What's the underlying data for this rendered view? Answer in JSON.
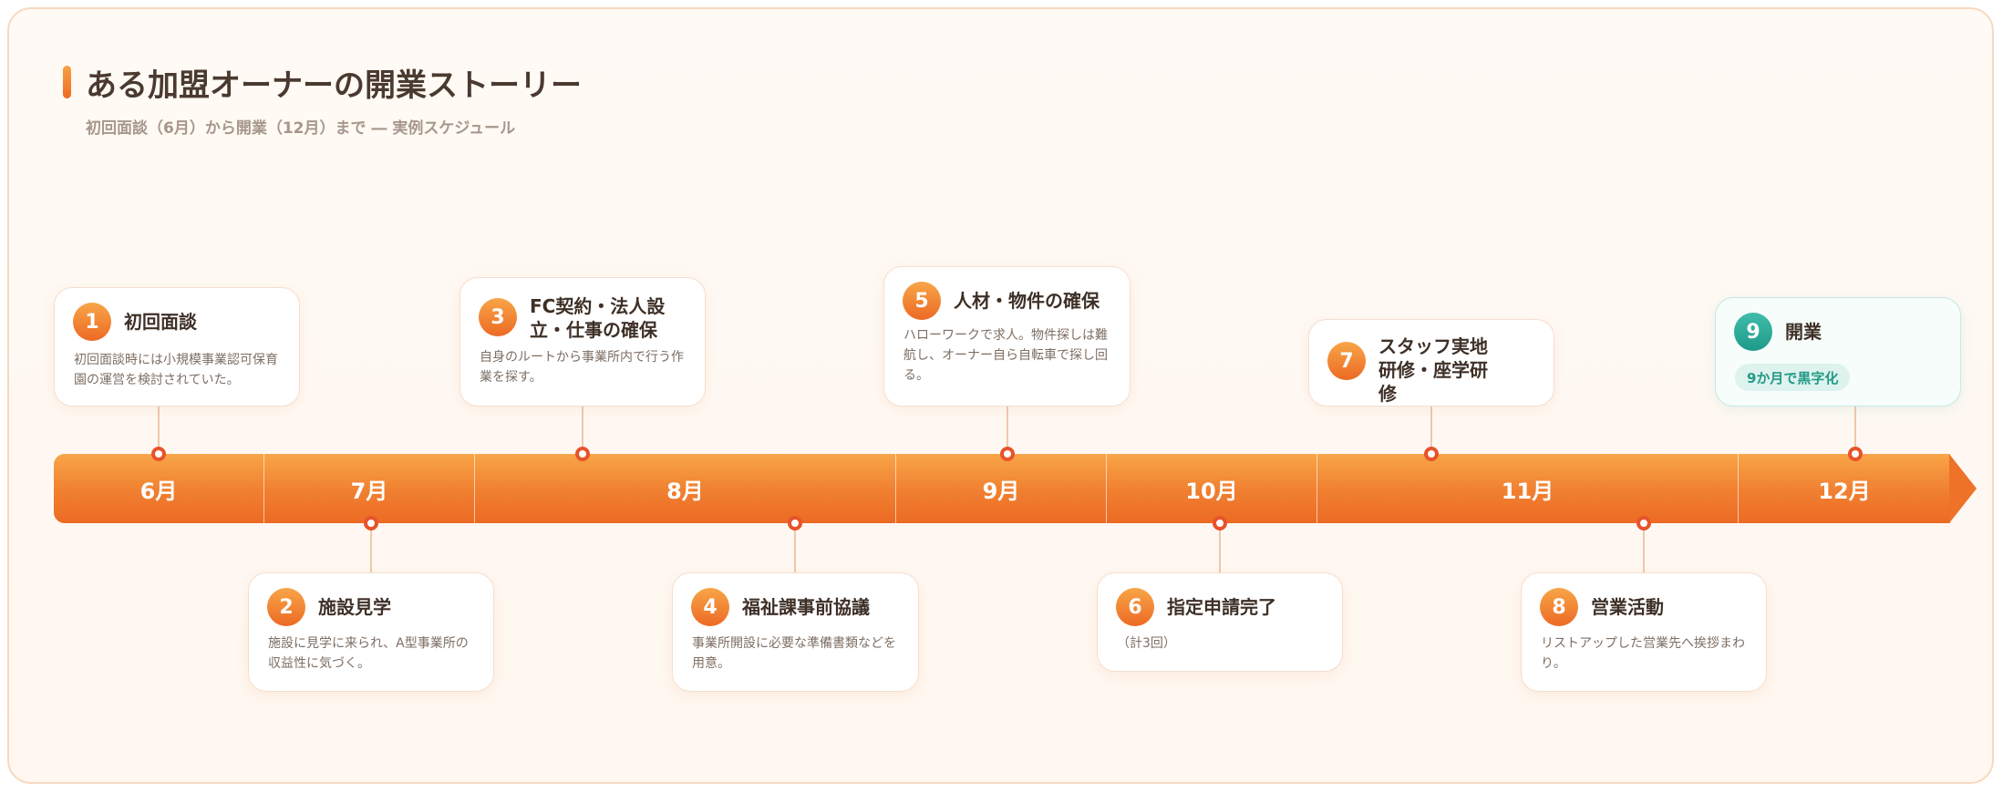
{
  "header": {
    "title": "ある加盟オーナーの開業ストーリー",
    "subtitle": "初回面談（6月）から開業（12月）まで ― 実例スケジュール"
  },
  "timeline": {
    "months": [
      "6月",
      "7月",
      "8月",
      "9月",
      "10月",
      "11月",
      "12月"
    ]
  },
  "steps": [
    {
      "num": "1",
      "title": "初回面談",
      "desc": "初回面談時には小規模事業認可保育園の運営を検討されていた。"
    },
    {
      "num": "2",
      "title": "施設見学",
      "desc": "施設に見学に来られ、A型事業所の収益性に気づく。"
    },
    {
      "num": "3",
      "title": "FC契約・法人設立・仕事の確保",
      "desc": "自身のルートから事業所内で行う作業を探す。"
    },
    {
      "num": "4",
      "title": "福祉課事前協議",
      "desc": "事業所開設に必要な準備書類などを用意。"
    },
    {
      "num": "5",
      "title": "人材・物件の確保",
      "desc": "ハローワークで求人。物件探しは難航し、オーナー自ら自転車で探し回る。"
    },
    {
      "num": "6",
      "title": "指定申請完了",
      "desc": "（計3回）"
    },
    {
      "num": "7",
      "title": "スタッフ実地研修・座学研修",
      "desc": ""
    },
    {
      "num": "8",
      "title": "営業活動",
      "desc": "リストアップした営業先へ挨拶まわり。"
    },
    {
      "num": "9",
      "title": "開業",
      "badge": "9か月で黒字化"
    }
  ],
  "colors": {
    "accent": "#ee6a22",
    "accent_light": "#f8a548",
    "final_accent": "#1f9a8a",
    "dot_border": "#e8532a"
  }
}
